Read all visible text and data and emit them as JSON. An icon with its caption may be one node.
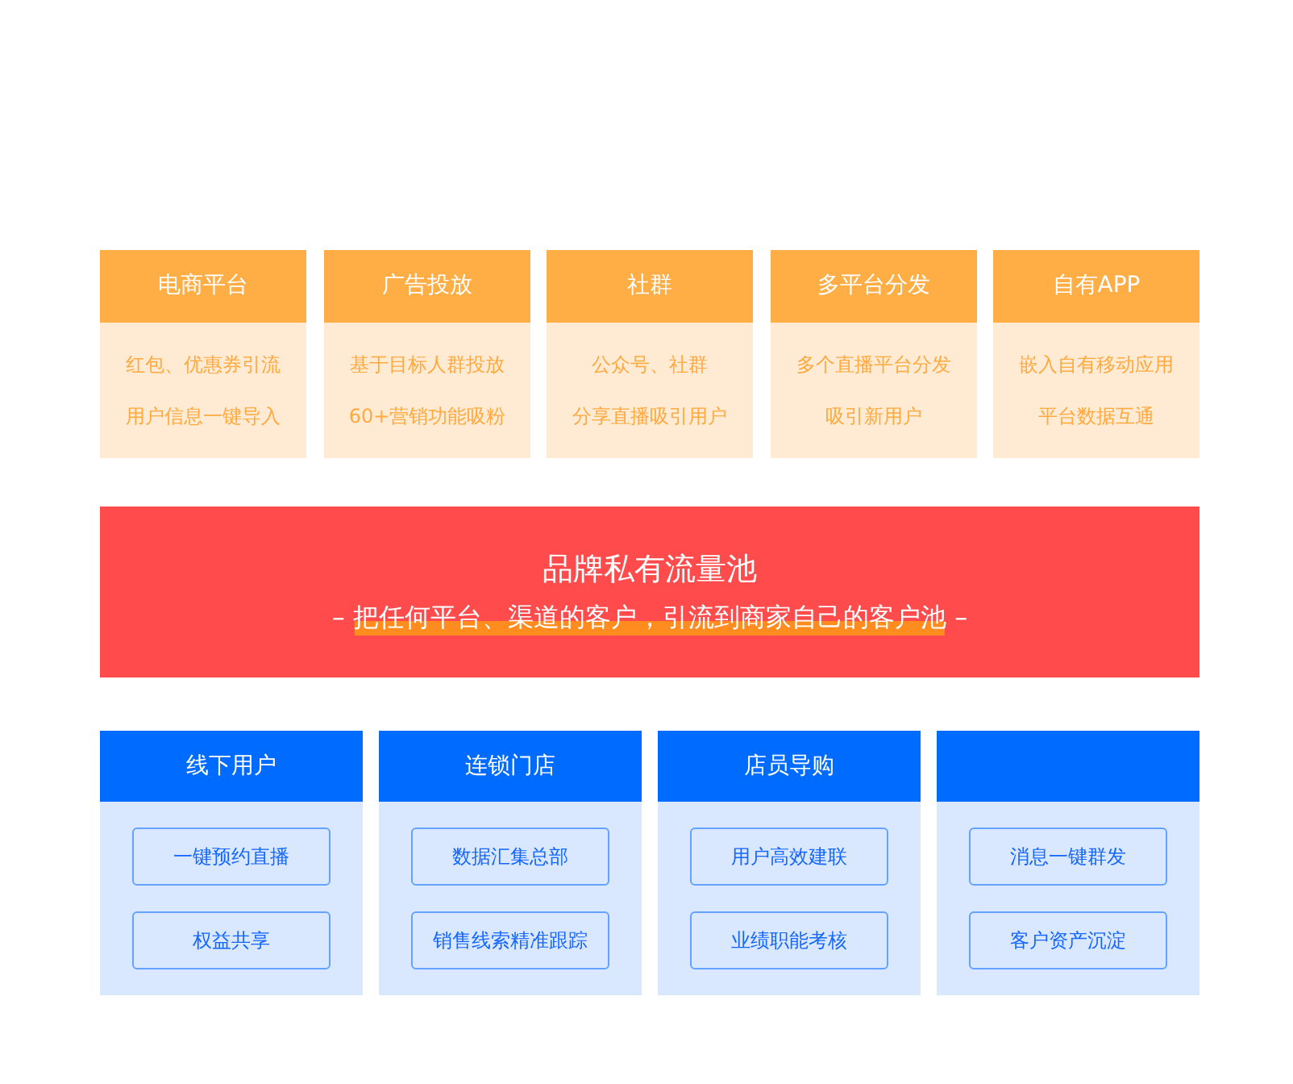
{
  "diagram": {
    "nodes": [
      {
        "text": [
          "电商平台",
          "红包、优惠券引流",
          "用户信息一键导入"
        ]
      },
      {
        "text": [
          "广告投放",
          "基于目标人群投放",
          "60+营销功能吸粉"
        ]
      },
      {
        "text": [
          "社群",
          "公众号、社群",
          "分享直播吸引用户"
        ]
      },
      {
        "text": [
          "多平台分发",
          "多个直播平台分发",
          "吸引新用户"
        ]
      },
      {
        "text": [
          "自有APP",
          "嵌入自有移动应用",
          "平台数据互通"
        ]
      },
      {
        "text": [
          "品牌私有流量池",
          "– 把任何平台、渠道的客户，引流到商家自己的客户池 –"
        ]
      },
      {
        "text": [
          "线下用户"
        ]
      },
      {
        "text": [
          "一键预约直播"
        ],
        "in": 6
      },
      {
        "text": [
          "权益共享"
        ],
        "in": 6
      },
      {
        "text": [
          "连锁门店"
        ]
      },
      {
        "text": [
          "数据汇集总部"
        ],
        "in": 9
      },
      {
        "text": [
          "销售线索精准跟踪"
        ],
        "in": 9
      },
      {
        "text": [
          "店员导购"
        ]
      },
      {
        "text": [
          "用户高效建联"
        ],
        "in": 12
      },
      {
        "text": [
          "业绩职能考核"
        ],
        "in": 12
      },
      {
        "text": [],
        "shape": "box"
      },
      {
        "text": [
          "消息一键群发"
        ],
        "in": 15
      },
      {
        "text": [
          "客户资产沉淀"
        ],
        "in": 15
      }
    ]
  }
}
